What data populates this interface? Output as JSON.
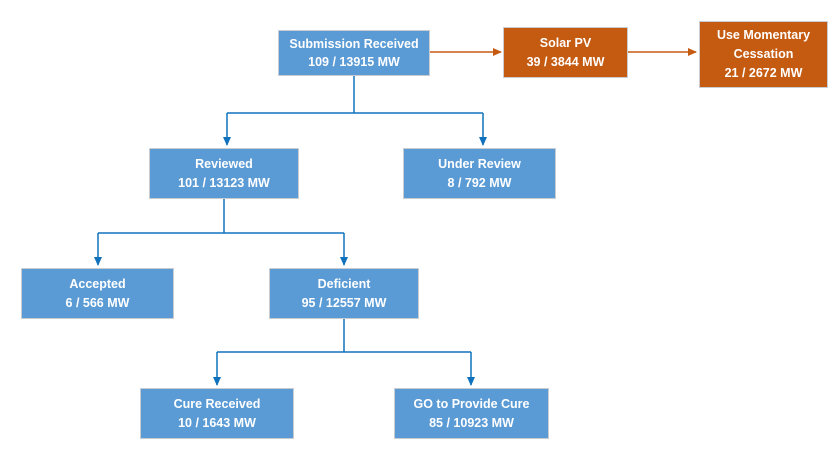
{
  "colors": {
    "node_blue": "#5B9BD5",
    "node_orange": "#C55A11",
    "node_border": "#C9CDD2",
    "connector_blue": "#1072BD",
    "connector_orange": "#C55A11",
    "text_color": "#FFFFFF"
  },
  "nodes": {
    "submission_received": {
      "title": "Submission Received",
      "value": "109 / 13915 MW"
    },
    "solar_pv": {
      "title": "Solar PV",
      "value": "39 / 3844 MW"
    },
    "use_momentary_cessation": {
      "title": "Use Momentary Cessation",
      "value": "21 / 2672 MW"
    },
    "reviewed": {
      "title": "Reviewed",
      "value": "101 / 13123 MW"
    },
    "under_review": {
      "title": "Under Review",
      "value": "8 / 792 MW"
    },
    "accepted": {
      "title": "Accepted",
      "value": "6 / 566 MW"
    },
    "deficient": {
      "title": "Deficient",
      "value": "95 / 12557 MW"
    },
    "cure_received": {
      "title": "Cure Received",
      "value": "10 / 1643 MW"
    },
    "go_to_provide_cure": {
      "title": "GO to Provide Cure",
      "value": "85 / 10923 MW"
    }
  },
  "edges": [
    {
      "from": "submission_received",
      "to": "solar_pv",
      "color": "orange"
    },
    {
      "from": "solar_pv",
      "to": "use_momentary_cessation",
      "color": "orange"
    },
    {
      "from": "submission_received",
      "to": "reviewed",
      "color": "blue"
    },
    {
      "from": "submission_received",
      "to": "under_review",
      "color": "blue"
    },
    {
      "from": "reviewed",
      "to": "accepted",
      "color": "blue"
    },
    {
      "from": "reviewed",
      "to": "deficient",
      "color": "blue"
    },
    {
      "from": "deficient",
      "to": "cure_received",
      "color": "blue"
    },
    {
      "from": "deficient",
      "to": "go_to_provide_cure",
      "color": "blue"
    }
  ]
}
